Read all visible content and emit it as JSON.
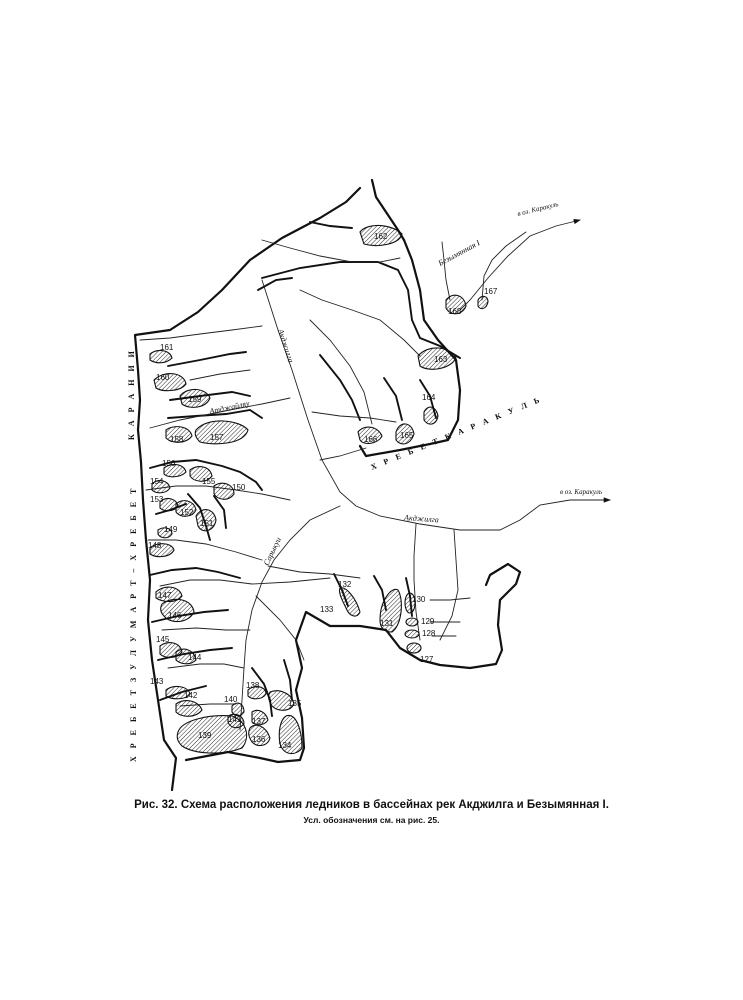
{
  "caption": {
    "title": "Рис. 32. Схема расположения ледников в бассейнах рек Акджилга и Безымянная I.",
    "note": "Усл. обозначения см. на рис. 25."
  },
  "rivers": {
    "akdzhilga_upper": "Акджилга",
    "akdzhilga_lower": "Акджилга",
    "atdzhailyau": "Атджайляу",
    "saryqui": "Сарыкуи",
    "bezymyannaya": "Безымянная I"
  },
  "outflows": {
    "upper": "в оз. Каракуль",
    "lower": "в оз. Каракуль"
  },
  "ridges": {
    "karakul": "Х Р Е Б Е Т   К А Р А К У Л Ь",
    "karanii": "К А Р А Н И И",
    "zulumart": "Х Р Е Б Е Т   З У Л У М А Р Т – Х Р Е Б Е Т"
  },
  "glaciers": [
    {
      "id": "127",
      "label": "127"
    },
    {
      "id": "128",
      "label": "128"
    },
    {
      "id": "129",
      "label": "129"
    },
    {
      "id": "130",
      "label": "130"
    },
    {
      "id": "131",
      "label": "131"
    },
    {
      "id": "132",
      "label": "132"
    },
    {
      "id": "133",
      "label": "133"
    },
    {
      "id": "134",
      "label": "134"
    },
    {
      "id": "135",
      "label": "135"
    },
    {
      "id": "136",
      "label": "136"
    },
    {
      "id": "137",
      "label": "137"
    },
    {
      "id": "138",
      "label": "138"
    },
    {
      "id": "139",
      "label": "139"
    },
    {
      "id": "140",
      "label": "140"
    },
    {
      "id": "141",
      "label": "141"
    },
    {
      "id": "142",
      "label": "142"
    },
    {
      "id": "143",
      "label": "143"
    },
    {
      "id": "144",
      "label": "144"
    },
    {
      "id": "145",
      "label": "145"
    },
    {
      "id": "146",
      "label": "146"
    },
    {
      "id": "147",
      "label": "147"
    },
    {
      "id": "148",
      "label": "148"
    },
    {
      "id": "149",
      "label": "149"
    },
    {
      "id": "150",
      "label": "150"
    },
    {
      "id": "151",
      "label": "151"
    },
    {
      "id": "152",
      "label": "152"
    },
    {
      "id": "153",
      "label": "153"
    },
    {
      "id": "154",
      "label": "154"
    },
    {
      "id": "155",
      "label": "155"
    },
    {
      "id": "156",
      "label": "156"
    },
    {
      "id": "157",
      "label": "157"
    },
    {
      "id": "158",
      "label": "158"
    },
    {
      "id": "159",
      "label": "159"
    },
    {
      "id": "160",
      "label": "160"
    },
    {
      "id": "161",
      "label": "161"
    },
    {
      "id": "162",
      "label": "162"
    },
    {
      "id": "163",
      "label": "163"
    },
    {
      "id": "164",
      "label": "164"
    },
    {
      "id": "165",
      "label": "165"
    },
    {
      "id": "166",
      "label": "166"
    },
    {
      "id": "167",
      "label": "167"
    },
    {
      "id": "168",
      "label": "168"
    }
  ]
}
